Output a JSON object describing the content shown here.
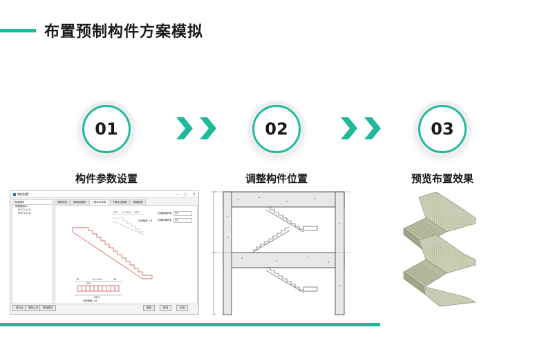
{
  "page": {
    "title": "布置预制构件方案模拟",
    "accent": "#1fba9c"
  },
  "steps": [
    {
      "number": "01",
      "label": "构件参数设置"
    },
    {
      "number": "02",
      "label": "调整构件位置"
    },
    {
      "number": "03",
      "label": "预览布置效果"
    }
  ],
  "arrow_icon": "double-chevron-right-icon",
  "dialog": {
    "title": "属性配置",
    "controls": [
      "—",
      "□",
      "×"
    ],
    "left_combo": "预制楼梯",
    "tree": [
      "预制楼梯(1)",
      "PCLT1-1(1)",
      "PCLT1-2(2)"
    ],
    "tabs": [
      "梯段信息",
      "梯段剖面图",
      "上梯平台剖面",
      "下梯平台剖面",
      "详细剖面"
    ],
    "fields": [
      {
        "label": "边缘粗度构件",
        "value": "C8"
      },
      {
        "label": "边缘构造构件",
        "value": "C8"
      }
    ],
    "drawing_labels": [
      "125",
      "2 × 200",
      "125",
      "边缘粗度: C8",
      "10",
      "8 × 200",
      "50",
      "155",
      "2850",
      "边缘粗度: C8"
    ],
    "left_buttons": [
      "显示全",
      "清除公共",
      "预制属性"
    ],
    "right_buttons": [
      "确定",
      "取消",
      "应用"
    ]
  }
}
